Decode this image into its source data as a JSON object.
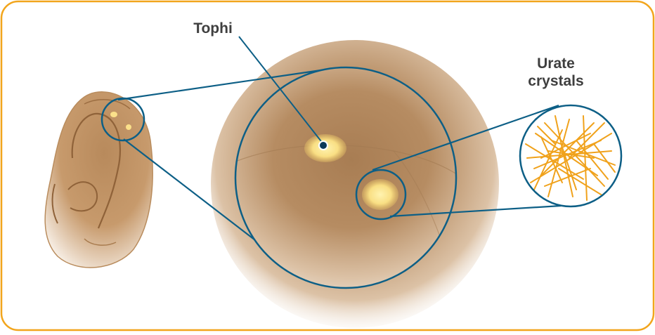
{
  "labels": {
    "tophi": "Tophi",
    "urate_line1": "Urate",
    "urate_line2": "crystals"
  },
  "colors": {
    "frame": "#f2a51c",
    "circle_stroke": "#0d5f86",
    "skin": "#b58557",
    "skin_dark": "#8f6239",
    "tophus": "#fbe08a",
    "crystal": "#f0a21c"
  }
}
